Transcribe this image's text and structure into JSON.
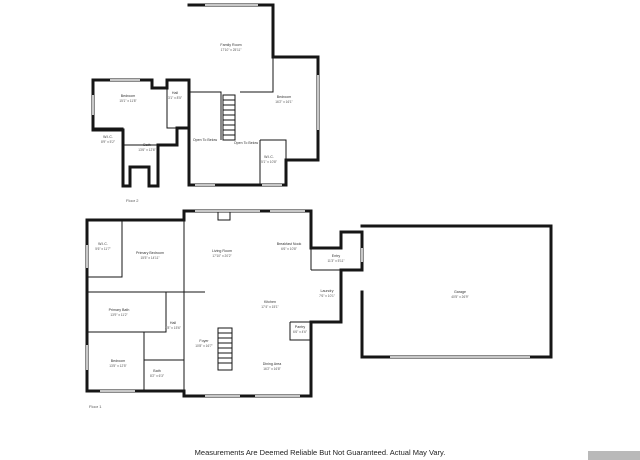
{
  "floors": [
    {
      "label": "Floor 2",
      "rooms": [
        {
          "id": "f2-family",
          "name": "Family Room",
          "dims": "17'10\" x 25'11\""
        },
        {
          "id": "f2-bed-left",
          "name": "Bedroom",
          "dims": "15'1\" x 11'8\""
        },
        {
          "id": "f2-hall",
          "name": "Hall",
          "dims": "3'1\" x 8'5\""
        },
        {
          "id": "f2-bed-right",
          "name": "Bedroom",
          "dims": "16'2\" x 16'1\""
        },
        {
          "id": "f2-wic-left",
          "name": "W.I.C.",
          "dims": "8'9\" x 5'2\""
        },
        {
          "id": "f2-bath",
          "name": "Bath",
          "dims": "13'6\" x 12'6\""
        },
        {
          "id": "f2-wic-right",
          "name": "W.I.C.",
          "dims": "5'1\" x 10'8\""
        }
      ],
      "notes": [
        "Open To Below",
        "Open To Below"
      ]
    },
    {
      "label": "Floor 1",
      "rooms": [
        {
          "id": "f1-wic",
          "name": "W.I.C.",
          "dims": "5'6\" x 11'7\""
        },
        {
          "id": "f1-primary-bed",
          "name": "Primary Bedroom",
          "dims": "15'5\" x 14'11\""
        },
        {
          "id": "f1-living",
          "name": "Living Room",
          "dims": "17'10\" x 20'2\""
        },
        {
          "id": "f1-breakfast",
          "name": "Breakfast Nook",
          "dims": "6'6\" x 10'8\""
        },
        {
          "id": "f1-entry",
          "name": "Entry",
          "dims": "11'3\" x 5'11\""
        },
        {
          "id": "f1-garage",
          "name": "Garage",
          "dims": "40'5\" x 26'9\""
        },
        {
          "id": "f1-laundry",
          "name": "Laundry",
          "dims": "7'6\" x 10'1\""
        },
        {
          "id": "f1-kitchen",
          "name": "Kitchen",
          "dims": "17'4\" x 15'1\""
        },
        {
          "id": "f1-primary-bath",
          "name": "Primary Bath",
          "dims": "13'9\" x 11'2\""
        },
        {
          "id": "f1-hall",
          "name": "Hall",
          "dims": "4'8\" x 15'6\""
        },
        {
          "id": "f1-pantry",
          "name": "Pantry",
          "dims": "6'6\" x 4'6\""
        },
        {
          "id": "f1-foyer",
          "name": "Foyer",
          "dims": "10'8\" x 16'7\""
        },
        {
          "id": "f1-bedroom",
          "name": "Bedroom",
          "dims": "13'5\" x 12'5\""
        },
        {
          "id": "f1-bath",
          "name": "Bath",
          "dims": "8'2\" x 6'3\""
        },
        {
          "id": "f1-dining",
          "name": "Dining Area",
          "dims": "16'2\" x 16'8\""
        }
      ]
    }
  ],
  "disclaimer": "Measurements Are Deemed Reliable But Not Guaranteed. Actual May Vary.",
  "colors": {
    "wall": "#161616",
    "window": "#c8c8c8",
    "background": "#ffffff"
  }
}
